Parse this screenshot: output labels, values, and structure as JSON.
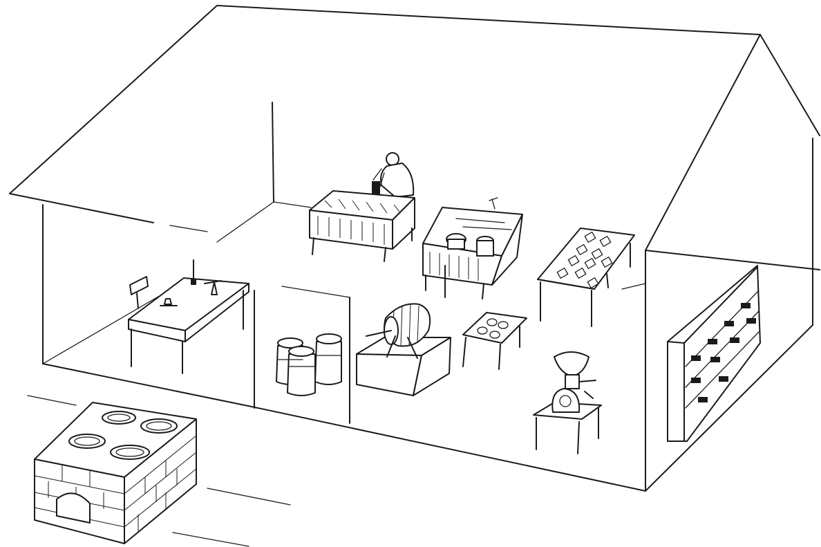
{
  "figure": {
    "style": "black-and-white line drawing",
    "ink_color": "#1a1a1a",
    "background_color": "#ffffff"
  },
  "objects": [
    {
      "name": "cheese-house",
      "icon": "house-cutaway"
    },
    {
      "name": "worker-at-curd-vat",
      "icon": "person-icon"
    },
    {
      "name": "curd-vat",
      "icon": "vat-icon"
    },
    {
      "name": "heating-vat-with-pots",
      "icon": "vat-icon"
    },
    {
      "name": "cheese-moulds-table",
      "icon": "table-icon"
    },
    {
      "name": "laboratory-table",
      "icon": "table-icon"
    },
    {
      "name": "milk-cans",
      "icon": "milk-can-icon"
    },
    {
      "name": "churn",
      "icon": "churn-icon"
    },
    {
      "name": "small-table-with-cheeses",
      "icon": "table-icon"
    },
    {
      "name": "cream-separator",
      "icon": "separator-icon"
    },
    {
      "name": "ripening-shelves",
      "icon": "shelf-icon"
    },
    {
      "name": "brick-stove",
      "icon": "stove-icon"
    }
  ]
}
